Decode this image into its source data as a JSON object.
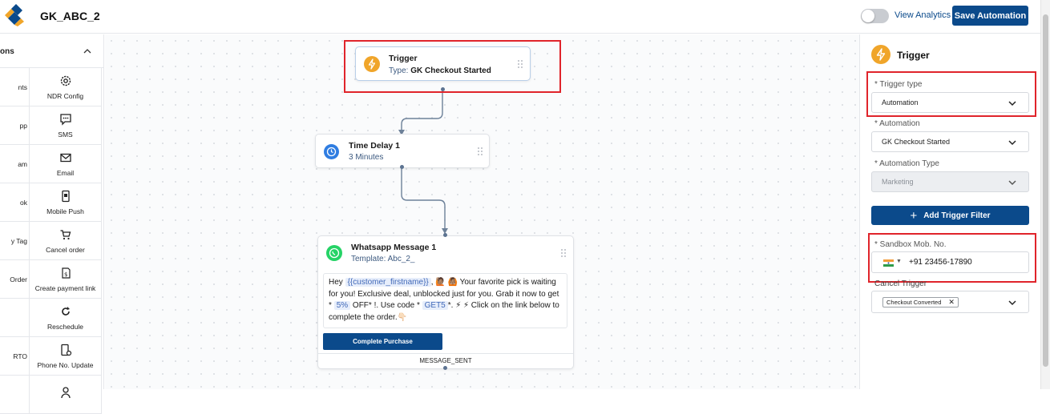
{
  "header": {
    "title": "GK_ABC_2",
    "view_analytics": "View Analytics",
    "save_label": "Save Automation"
  },
  "sidebar": {
    "heading": "ons",
    "rows": [
      {
        "left": "nts",
        "right": "NDR Config",
        "icon": "gear-icon"
      },
      {
        "left": "pp",
        "right": "SMS",
        "icon": "chat-icon"
      },
      {
        "left": "am",
        "right": "Email",
        "icon": "mail-icon"
      },
      {
        "left": "ok",
        "right": "Mobile Push",
        "icon": "mobile-push-icon"
      },
      {
        "left": "y Tag",
        "right": "Cancel order",
        "icon": "cart-x-icon"
      },
      {
        "left": "Order",
        "right": "Create payment link",
        "icon": "payment-link-icon"
      },
      {
        "left": "",
        "right": "Reschedule",
        "icon": "reschedule-icon"
      },
      {
        "left": "RTO",
        "right": "Phone No. Update",
        "icon": "phone-gear-icon"
      },
      {
        "left": "",
        "right": "",
        "icon": "user-icon"
      }
    ]
  },
  "canvas": {
    "trigger": {
      "title": "Trigger",
      "type_label": "Type: ",
      "type_value": "GK Checkout Started"
    },
    "delay": {
      "title": "Time Delay 1",
      "sub": "3 Minutes"
    },
    "whatsapp": {
      "title": "Whatsapp Message 1",
      "template": "Template: Abc_2_",
      "msg": {
        "hey": "Hey",
        "var_name": "{{customer_firstname}}",
        "p1": ", 🙋🏽 🙆🏽 Your favorite pick is waiting for you! Exclusive deal, unblocked just for you. Grab it now to get *",
        "discount": "5%",
        "p2": "OFF* !. Use code *",
        "code": "GET5",
        "p3": "*. ⚡ ⚡ Click on the link below to complete the order.👇🏻"
      },
      "button": "Complete Purchase",
      "footer": "MESSAGE_SENT"
    }
  },
  "panel": {
    "title": "Trigger",
    "trigger_type_label": "Trigger type",
    "trigger_type_value": "Automation",
    "automation_label": "Automation",
    "automation_value": "GK Checkout Started",
    "automation_type_label": "Automation Type",
    "automation_type_value": "Marketing",
    "add_filter": "Add Trigger Filter",
    "sandbox_label": "Sandbox Mob. No.",
    "sandbox_value": "+91 23456-17890",
    "cancel_trigger_label": "Cancel Trigger",
    "cancel_tag": "Checkout Converted",
    "req": "* "
  },
  "colors": {
    "primary": "#0b4a8b",
    "trigger_orange": "#f0a52a",
    "delay_blue": "#2f7de1",
    "whatsapp_green": "#25d366",
    "highlight_red": "#e0242b"
  }
}
